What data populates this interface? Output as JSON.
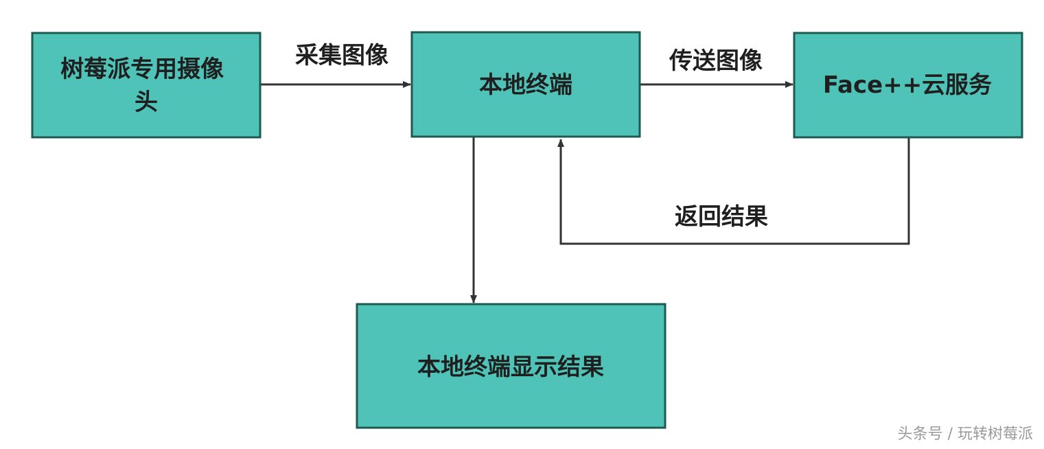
{
  "nodes": {
    "camera": {
      "lines": [
        "树莓派专用摄像",
        "头"
      ]
    },
    "terminal": {
      "label": "本地终端"
    },
    "cloud": {
      "label": "Face++云服务"
    },
    "display": {
      "label": "本地终端显示结果"
    }
  },
  "edges": {
    "capture": {
      "label": "采集图像"
    },
    "send": {
      "label": "传送图像"
    },
    "result": {
      "label": "返回结果"
    }
  },
  "watermark": "头条号 / 玩转树莓派",
  "colors": {
    "box_fill": "#4fc3b8",
    "box_border": "#1d5a4f",
    "line": "#333333",
    "text": "#1f1f1f"
  }
}
